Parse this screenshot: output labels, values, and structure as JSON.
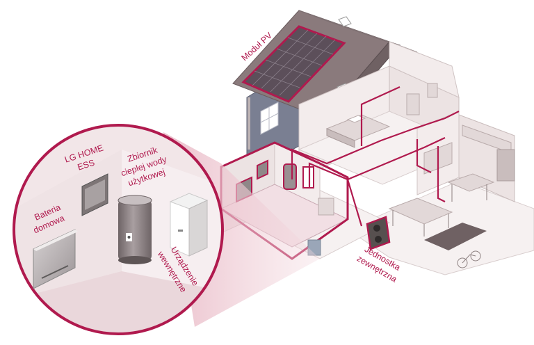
{
  "labels": {
    "pv_module": "Moduł PV",
    "lg_home_ess": "LG HOME ESS",
    "hot_water_tank": "Zbiornik cieplej wody użytkowej",
    "home_battery": "Bateria domowa",
    "indoor_unit": "Urządzenie wewnętrzne",
    "outdoor_unit": "Jednostka zewnętrzna"
  },
  "label_lines": {
    "lg_home_ess": [
      "LG HOME",
      "ESS"
    ],
    "hot_water_tank": [
      "Zbiornik",
      "cieplej wody",
      "użytkowej"
    ],
    "home_battery": [
      "Bateria",
      "domowa"
    ],
    "indoor_unit": [
      "Urządzenie",
      "wewnętrzne"
    ],
    "outdoor_unit": [
      "Jednostka",
      "zewnętrzna"
    ]
  },
  "colors": {
    "accent": "#b01a4e",
    "zoom_fill": "#f1e4e6",
    "house_wall": "#ece3e3",
    "roof": "#8a7a7c"
  }
}
